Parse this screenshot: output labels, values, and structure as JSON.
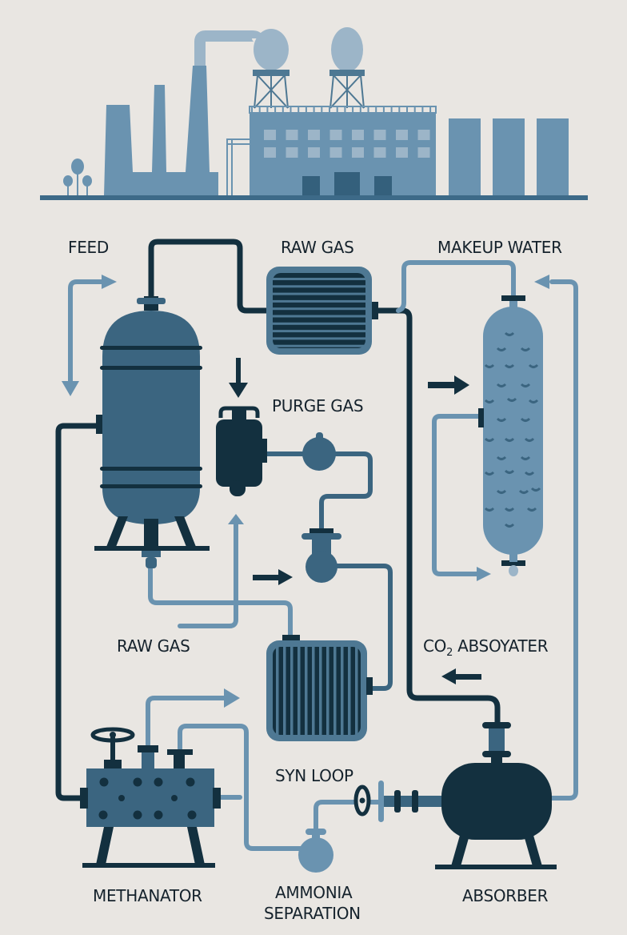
{
  "title": "Ammonia Plant Process Flow",
  "colors": {
    "background": "#e9e6e2",
    "dark": "#13303f",
    "mid": "#3b6580",
    "light": "#6a93b0",
    "pale": "#9cb5c8",
    "text": "#15222c"
  },
  "labels": {
    "feed": "FEED",
    "raw_gas_top": "RAW GAS",
    "makeup_water": "MAKEUP WATER",
    "purge_gas": "PURGE GAS",
    "raw_gas_bottom": "RAW GAS",
    "co2_prefix": "CO",
    "co2_subscript": "2",
    "co2_suffix": "ABSOYATER",
    "syn_loop": "SYN LOOP",
    "methanator": "METHANATOR",
    "ammonia_line1": "AMMONIA",
    "ammonia_line2": "SEPARATION",
    "absorber": "ABSORBER"
  },
  "equipment": [
    {
      "name": "reformer-vessel",
      "icon": "pressure-vessel"
    },
    {
      "name": "heat-exchanger-top",
      "icon": "heat-exchanger-horizontal"
    },
    {
      "name": "co2-absorber-column",
      "icon": "packed-column"
    },
    {
      "name": "compressor",
      "icon": "compressor"
    },
    {
      "name": "separator-flask-upper",
      "icon": "flask"
    },
    {
      "name": "separator-flask-lower",
      "icon": "flask"
    },
    {
      "name": "heat-exchanger-middle",
      "icon": "heat-exchanger-vertical"
    },
    {
      "name": "methanator",
      "icon": "methanator-reactor"
    },
    {
      "name": "ammonia-separator",
      "icon": "flask"
    },
    {
      "name": "absorber-tank",
      "icon": "horizontal-tank"
    }
  ]
}
